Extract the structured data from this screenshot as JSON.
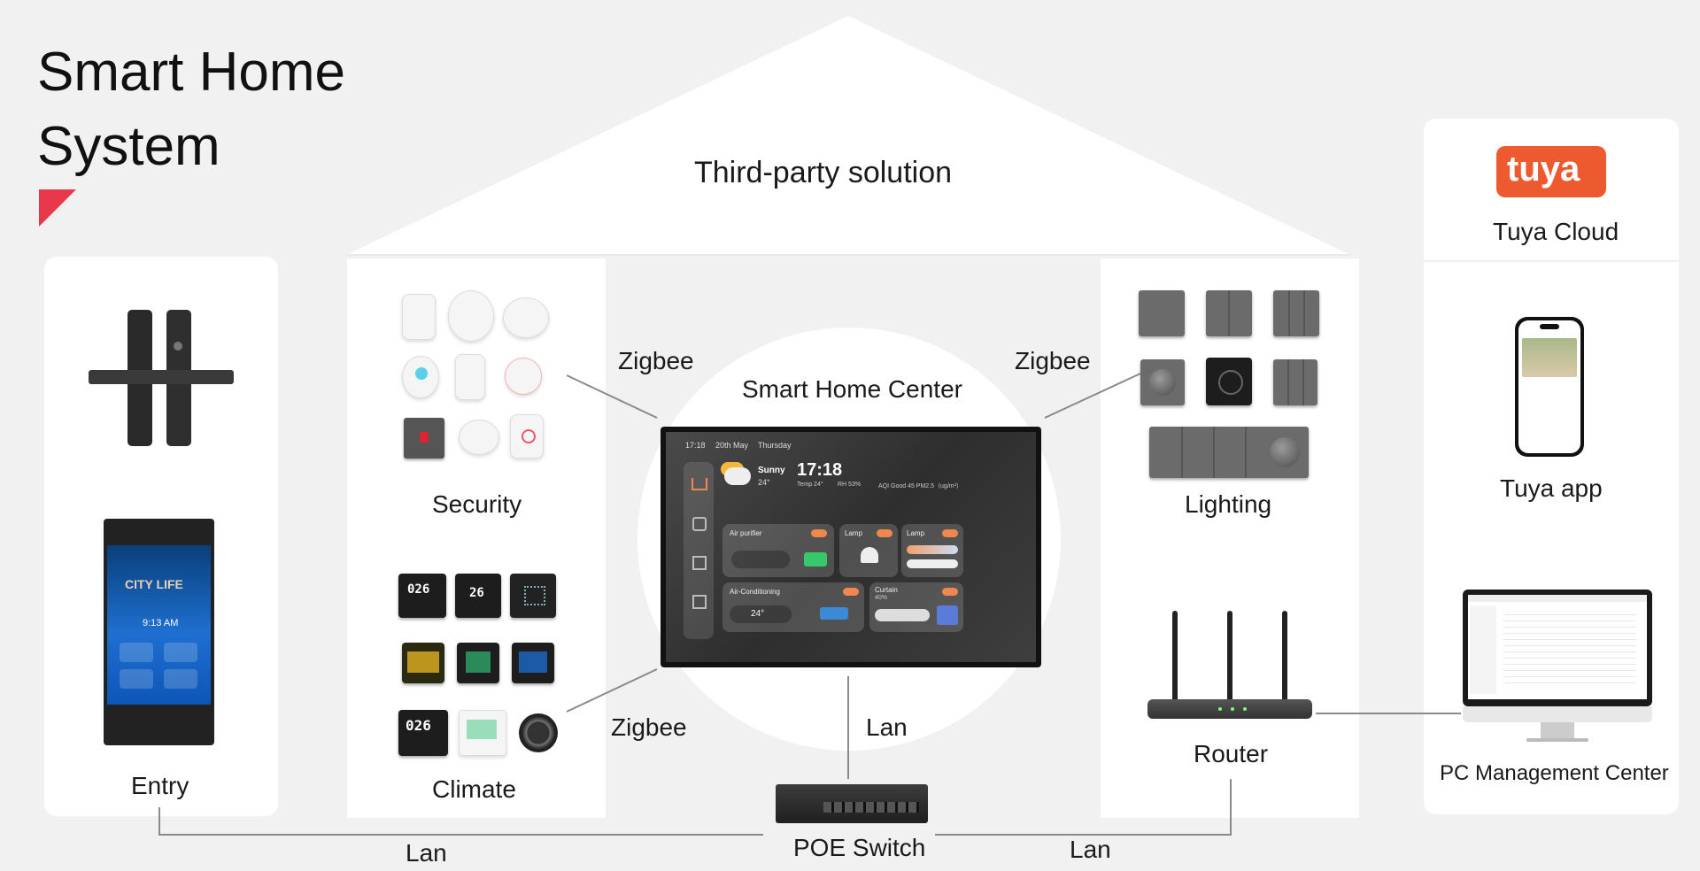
{
  "title_line1": "Smart Home",
  "title_line2": "System",
  "roof_label": "Third-party solution",
  "center_label": "Smart Home Center",
  "groups": {
    "entry": "Entry",
    "security": "Security",
    "climate": "Climate",
    "lighting": "Lighting",
    "router": "Router",
    "poe_switch": "POE Switch",
    "tuya_cloud": "Tuya Cloud",
    "tuya_app": "Tuya app",
    "pc_center": "PC Management Center"
  },
  "links": {
    "zigbee_security": "Zigbee",
    "zigbee_climate": "Zigbee",
    "zigbee_lighting": "Zigbee",
    "lan_center": "Lan",
    "lan_entry": "Lan",
    "lan_router": "Lan"
  },
  "tuya_logo": "tuya",
  "panel": {
    "time_small": "17:18",
    "date": "20th May",
    "weekday": "Thursday",
    "weather": "Sunny",
    "temp_now": "24°",
    "clock": "17:18",
    "temp_detail": "Temp 24°",
    "humidity": "RH 53%",
    "aqi": "AQI  Good  45  PM2.5（ug/m³）",
    "tiles": [
      "Air purifier",
      "Lamp",
      "Lamp",
      "Air-Conditioning",
      "Curtain"
    ],
    "curtain_pct": "40%",
    "ac_temp": "24°"
  },
  "entry_panel": {
    "brand": "CITY LIFE",
    "time": "9:13 AM"
  },
  "colors": {
    "accent": "#e8374a",
    "tuya_orange": "#ee5a2f",
    "background": "#f1f1f1",
    "card": "#ffffff",
    "line": "#8a8a8a"
  },
  "icons": [
    "door-lock-icon",
    "intercom-icon",
    "sensor-icon",
    "thermostat-icon",
    "switch-icon",
    "router-icon",
    "switch-hub-icon",
    "phone-icon",
    "monitor-icon"
  ]
}
